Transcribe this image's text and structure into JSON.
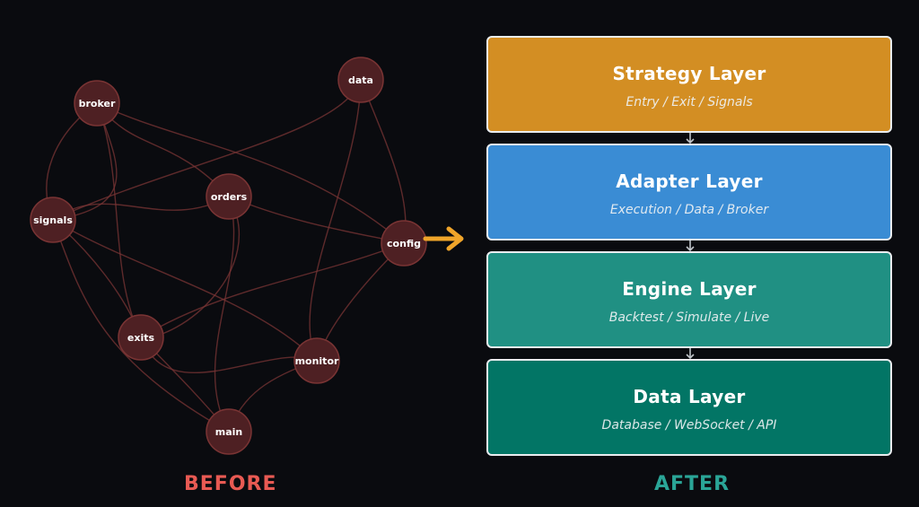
{
  "captions": {
    "before": "BEFORE",
    "after": "AFTER"
  },
  "nodes": [
    {
      "id": "broker",
      "label": "broker"
    },
    {
      "id": "data",
      "label": "data"
    },
    {
      "id": "signals",
      "label": "signals"
    },
    {
      "id": "orders",
      "label": "orders"
    },
    {
      "id": "config",
      "label": "config"
    },
    {
      "id": "exits",
      "label": "exits"
    },
    {
      "id": "monitor",
      "label": "monitor"
    },
    {
      "id": "main",
      "label": "main"
    }
  ],
  "layers": [
    {
      "title": "Strategy Layer",
      "subtitle": "Entry / Exit / Signals",
      "color": "#d38e23"
    },
    {
      "title": "Adapter Layer",
      "subtitle": "Execution / Data / Broker",
      "color": "#3a8cd4"
    },
    {
      "title": "Engine Layer",
      "subtitle": "Backtest / Simulate / Live",
      "color": "#209083"
    },
    {
      "title": "Data Layer",
      "subtitle": "Database / WebSocket / API",
      "color": "#027565"
    }
  ],
  "colors": {
    "node_fill": "#4e2023",
    "node_stroke": "#7a3434",
    "edge": "#7b3535",
    "transform_arrow": "#f0a52a",
    "connector": "#bfc3c8",
    "before_caption": "#e85a53",
    "after_caption": "#2aa597"
  }
}
